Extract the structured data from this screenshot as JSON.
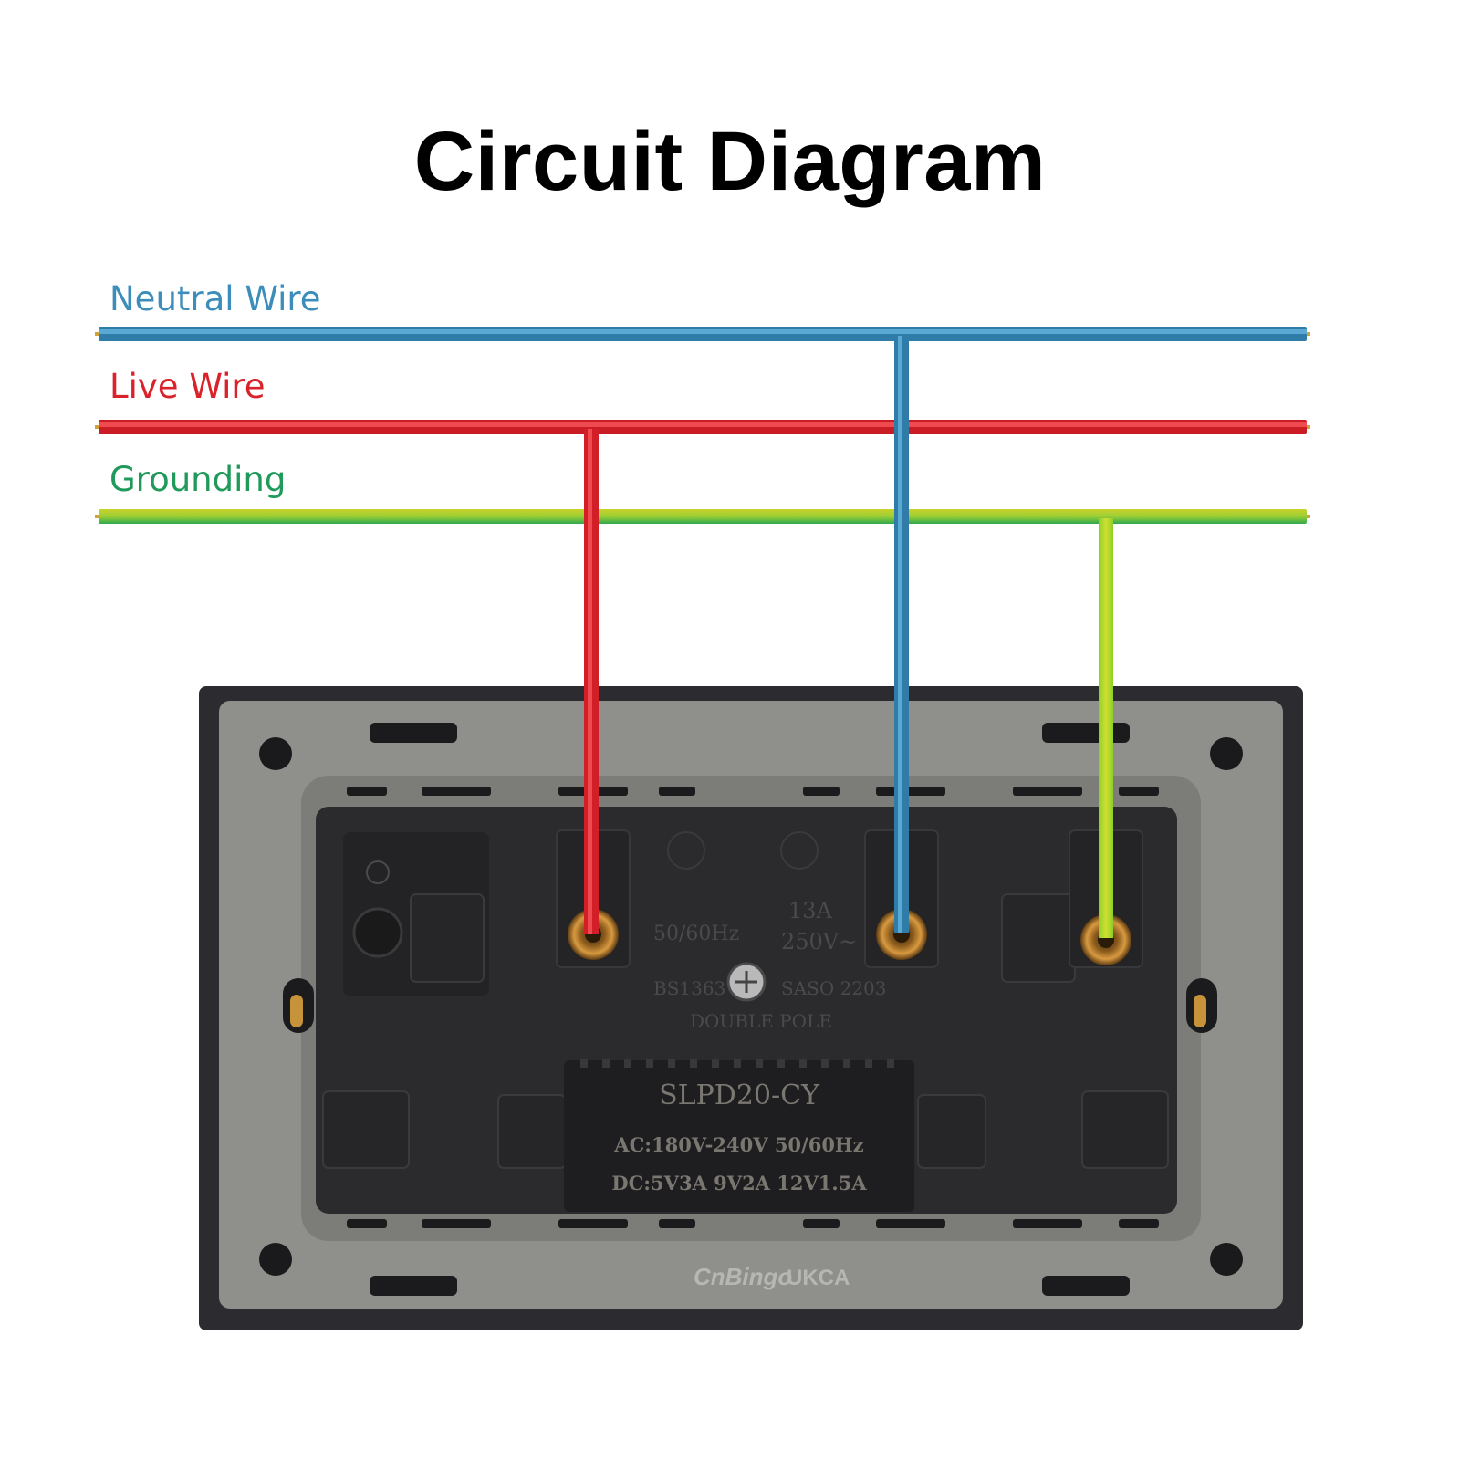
{
  "title": "Circuit Diagram",
  "wires": {
    "neutral": {
      "label": "Neutral Wire",
      "color": "#3c8dba"
    },
    "live": {
      "label": "Live Wire",
      "color": "#d9222a"
    },
    "ground": {
      "label": "Grounding",
      "color": "#1f9a5a"
    }
  },
  "socket": {
    "frequency": "50/60Hz",
    "rating_current": "13A",
    "rating_voltage": "250V~",
    "standard_left": "BS1363",
    "standard_right": "SASO 2203",
    "type": "DOUBLE POLE",
    "module": {
      "model": "SLPD20-CY",
      "ac_rating": "AC:180V-240V 50/60Hz",
      "dc_rating": "DC:5V3A 9V2A 12V1.5A"
    },
    "brand": "CnBingo",
    "mark": "UKCA"
  }
}
